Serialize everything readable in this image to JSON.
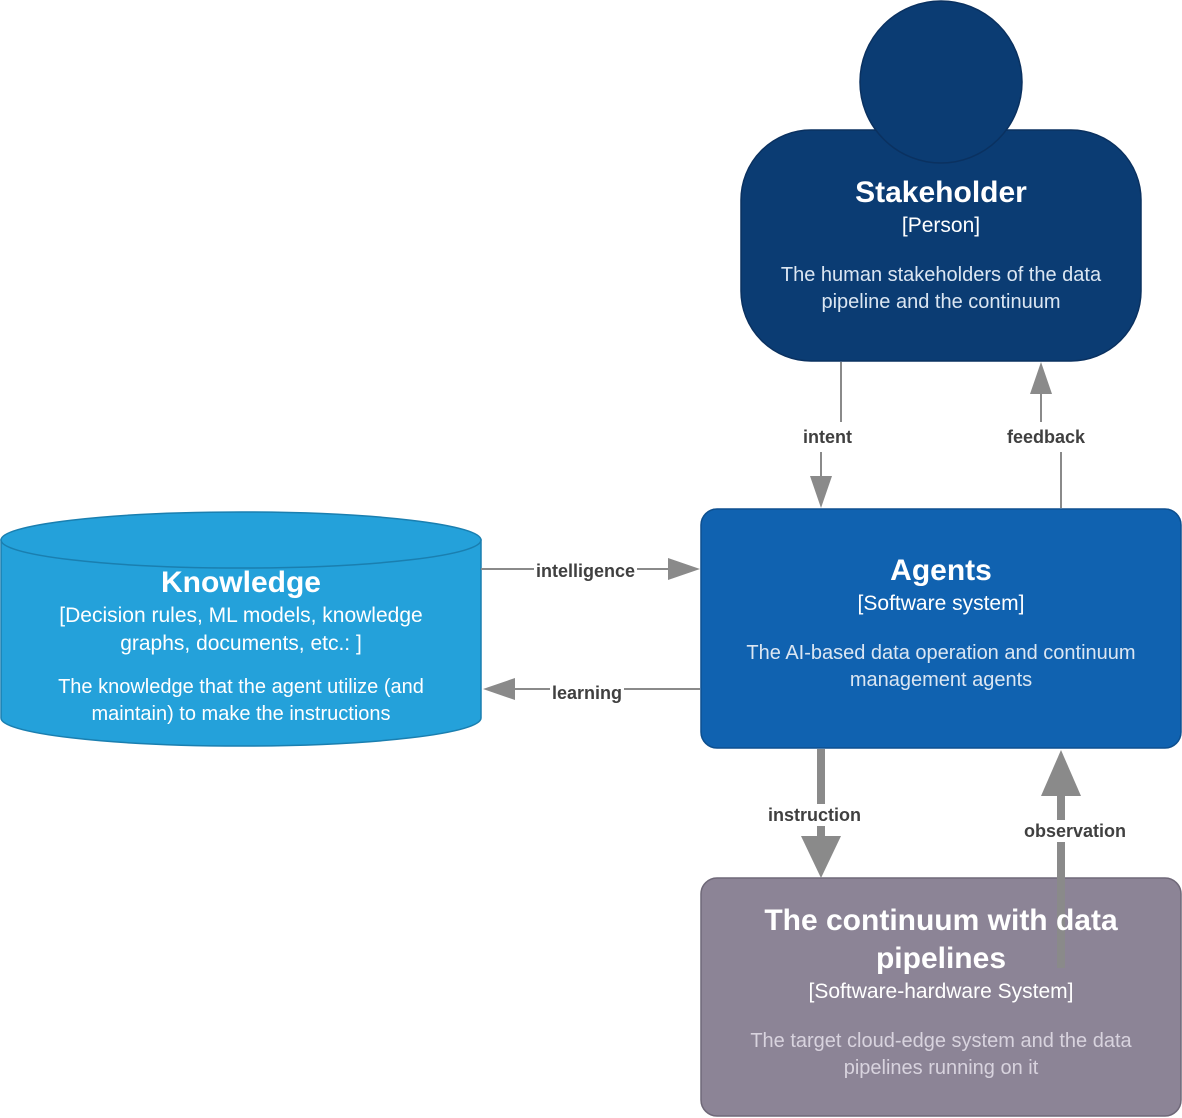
{
  "stakeholder": {
    "title": "Stakeholder",
    "type": "[Person]",
    "description": "The human stakeholders of the data pipeline and the continuum",
    "color": "#0b3c73"
  },
  "agents": {
    "title": "Agents",
    "type": "[Software system]",
    "description": "The AI-based data operation and continuum management agents",
    "color": "#1062b0"
  },
  "knowledge": {
    "title": "Knowledge",
    "type": "[Decision rules, ML models, knowledge graphs, documents, etc.: ]",
    "description": "The knowledge that the agent utilize (and maintain) to make the instructions",
    "color": "#24a1da"
  },
  "continuum": {
    "title": "The continuum with data pipelines",
    "type": "[Software-hardware System]",
    "description": "The target cloud-edge system and the data pipelines running on it",
    "color": "#8c8496"
  },
  "edges": {
    "intent": "intent",
    "feedback": "feedback",
    "intelligence": "intelligence",
    "learning": "learning",
    "instruction": "instruction",
    "observation": "observation"
  },
  "edge_color": "#8a8a8a"
}
